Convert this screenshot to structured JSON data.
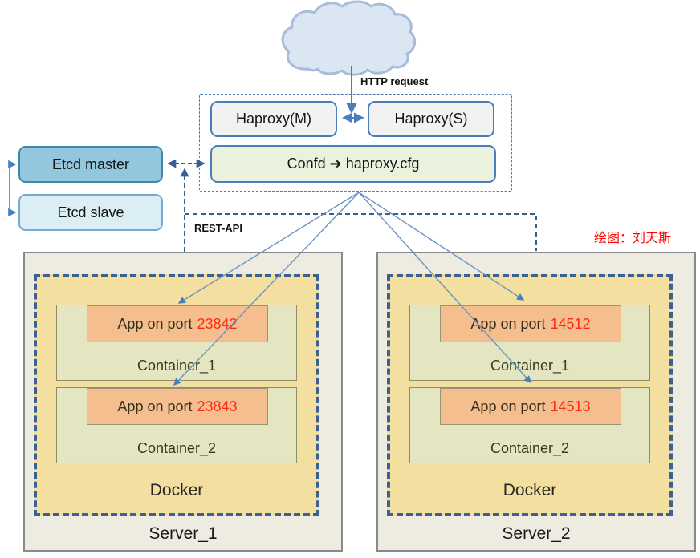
{
  "labels": {
    "http_request": "HTTP request",
    "rest_api": "REST-API",
    "credit": "绘图：刘天斯"
  },
  "proxy_group": {
    "haproxy_master": "Haproxy(M)",
    "haproxy_slave": "Haproxy(S)",
    "confd": "Confd ➔ haproxy.cfg"
  },
  "etcd": {
    "master": "Etcd master",
    "slave": "Etcd slave"
  },
  "servers": [
    {
      "name": "Server_1",
      "docker": "Docker",
      "containers": [
        {
          "name": "Container_1",
          "app_text": "App on port",
          "port": "23842"
        },
        {
          "name": "Container_2",
          "app_text": "App on port",
          "port": "23843"
        }
      ]
    },
    {
      "name": "Server_2",
      "docker": "Docker",
      "containers": [
        {
          "name": "Container_1",
          "app_text": "App on port",
          "port": "14512"
        },
        {
          "name": "Container_2",
          "app_text": "App on port",
          "port": "14513"
        }
      ]
    }
  ],
  "colors": {
    "etcd_master_fill": "#92C7DE",
    "etcd_slave_fill": "#DBEEF4",
    "haproxy_fill": "#F2F2F2",
    "confd_fill": "#EAF1DD",
    "server_fill": "#EEEBE0",
    "docker_fill": "#F3DF9F",
    "container_fill": "#E3E6C1",
    "app_fill": "#F5BE8E",
    "cloud_fill": "#DAE6F2",
    "cloud_stroke": "#A8BBD8",
    "port_red": "#FF2A12",
    "credit_red": "#FF0000",
    "arrow_blue": "#4A7EBB",
    "dash_blue": "#376092",
    "thin_line_blue": "#6D92C4"
  }
}
